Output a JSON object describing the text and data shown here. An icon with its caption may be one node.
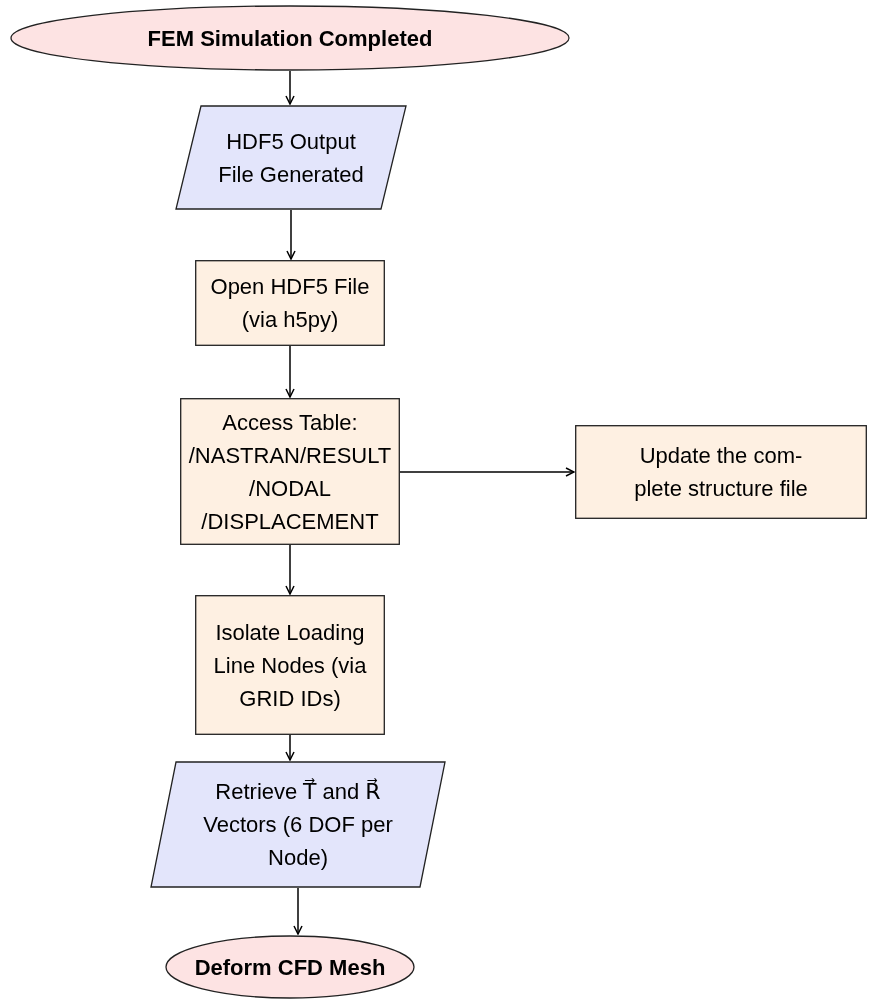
{
  "diagram": {
    "nodes": [
      {
        "text": [
          "FEM Simulation Completed"
        ]
      },
      {
        "text": [
          "HDF5 Output File Generated"
        ]
      },
      {
        "text": [
          "Open HDF5 File (via h5py)"
        ]
      },
      {
        "text": [
          "Access Table: /NASTRAN/RESULT /NODAL /DISPLACEMENT"
        ]
      },
      {
        "text": [
          "Update the com- plete structure file"
        ]
      },
      {
        "text": [
          "Isolate Loading Line Nodes (via GRID IDs)"
        ]
      },
      {
        "text": [
          "Retrieve T⃗ and R⃗ Vectors (6 DOF per Node)"
        ]
      },
      {
        "text": [
          "Deform CFD Mesh"
        ]
      }
    ],
    "edges": [
      {
        "from": 0,
        "to": 1,
        "arrow": "to"
      },
      {
        "from": 1,
        "to": 2,
        "arrow": "to"
      },
      {
        "from": 2,
        "to": 3,
        "arrow": "to"
      },
      {
        "from": 3,
        "to": 4,
        "arrow": "to"
      },
      {
        "from": 3,
        "to": 5,
        "arrow": "to"
      },
      {
        "from": 5,
        "to": 6,
        "arrow": "to"
      },
      {
        "from": 6,
        "to": 7,
        "arrow": "to"
      }
    ]
  }
}
